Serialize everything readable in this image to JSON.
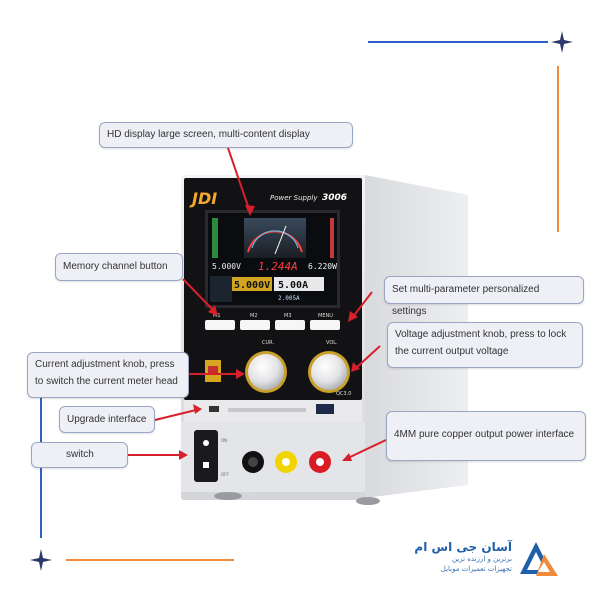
{
  "callouts": {
    "hd_display": "HD display large screen, multi-content display",
    "memory_channel": "Memory channel button",
    "set_multi": "Set multi-parameter personalized settings",
    "current_knob_line1": "Current adjustment knob, press",
    "current_knob_line2": "to switch the current meter head",
    "voltage_knob_line1": "Voltage adjustment knob, press to lock",
    "voltage_knob_line2": "the current output voltage",
    "upgrade": "Upgrade interface",
    "switch": "switch",
    "output_interface": "4MM pure copper output power interface"
  },
  "device": {
    "brand": "JDI",
    "model_prefix": "Power Supply",
    "model_number": "3006",
    "screen": {
      "voltage_small": "5.000V",
      "reading_center": "1.244A",
      "power_small": "6.220W",
      "voltage_big": "5.000V",
      "current_big": "5.00A",
      "sub_value": "2.005A"
    },
    "buttons": [
      "M1",
      "M2",
      "M3",
      "MENU"
    ],
    "knob_labels": {
      "current": "CUR.",
      "voltage": "VOL."
    },
    "qc_label": "QC3.0",
    "switch_labels": {
      "on": "ON",
      "off": "OFF"
    }
  },
  "brand_block": {
    "name": "آسان جی اس ام",
    "line1": "برترین و ارزنده ترین",
    "line2": "تجهیزات تعمیرات موبایل"
  },
  "colors": {
    "accent_blue": "#2f5fc9",
    "accent_orange": "#f08a3c",
    "callout_border": "#9aa6c4",
    "arrow_red": "#d8202c",
    "star_navy": "#2b3a6b"
  }
}
